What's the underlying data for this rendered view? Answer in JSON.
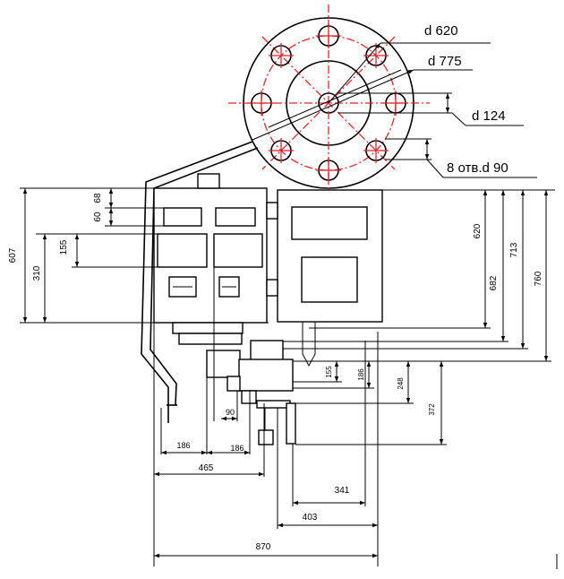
{
  "flange_labels": {
    "d620": "d 620",
    "d775": "d 775",
    "d124": "d 124",
    "holes": "8 отв.d 90"
  },
  "vertical_dims": {
    "d68": "68",
    "d60": "60",
    "d607": "607",
    "d310": "310",
    "d155a": "155",
    "d620": "620",
    "d682": "682",
    "d713": "713",
    "d760": "760",
    "d155b": "155",
    "d186": "186",
    "d248": "248",
    "d372": "372"
  },
  "horizontal_dims": {
    "d90": "90",
    "d186a": "186",
    "d186b": "186",
    "d465": "465",
    "d341": "341",
    "d403": "403",
    "d870": "870"
  },
  "colors": {
    "centerline": "#e0262b",
    "ink": "#000000"
  }
}
